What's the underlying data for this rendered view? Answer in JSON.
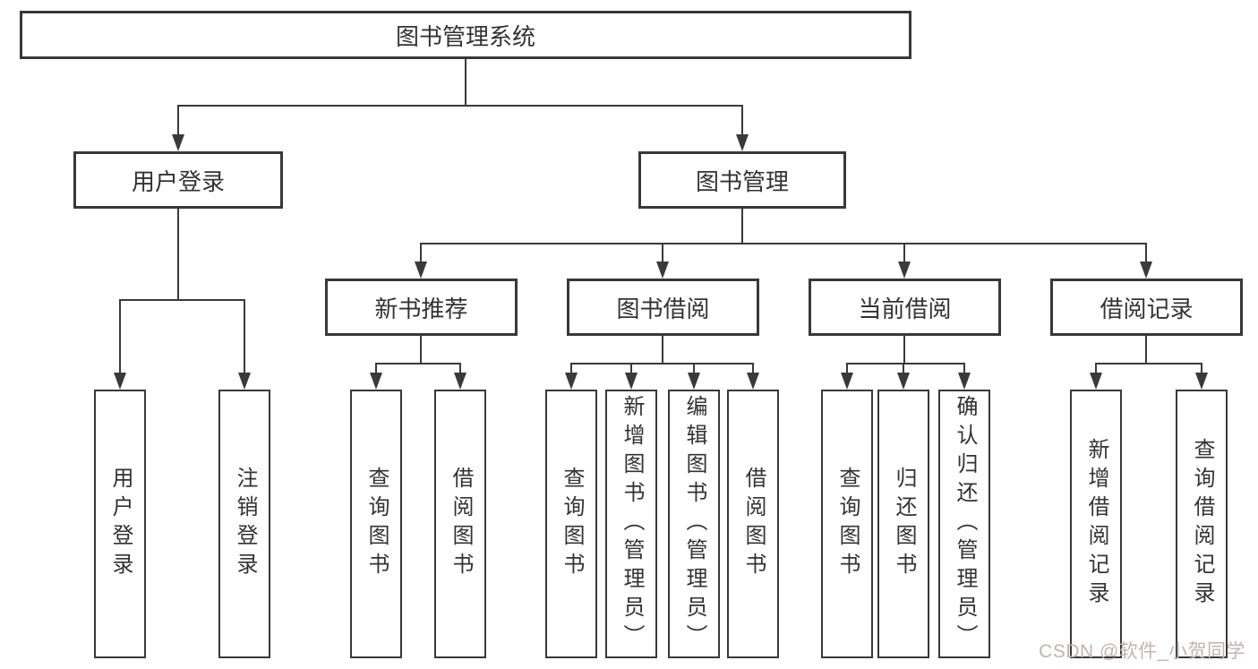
{
  "diagram": {
    "title": "图书管理系统",
    "nodes": {
      "root": "图书管理系统",
      "user_login": "用户登录",
      "book_mgmt": "图书管理",
      "new_book_rec": "新书推荐",
      "book_borrow": "图书借阅",
      "current_borrow": "当前借阅",
      "borrow_records": "借阅记录",
      "leaf_user_login": "用户登录",
      "leaf_logout": "注销登录",
      "leaf_rec_query_books": "查询图书",
      "leaf_rec_borrow_books": "借阅图书",
      "leaf_bb_query_books": "查询图书",
      "leaf_bb_add_books_admin": "新增图书（管理员）",
      "leaf_bb_edit_books_admin": "编辑图书（管理员）",
      "leaf_bb_borrow_books": "借阅图书",
      "leaf_cb_query_books": "查询图书",
      "leaf_cb_return_books": "归还图书",
      "leaf_cb_confirm_return_admin": "确认归还（管理员）",
      "leaf_br_add_record": "新增借阅记录",
      "leaf_br_query_record": "查询借阅记录"
    }
  },
  "watermark": {
    "text": "CSDN @软件_小贺同学"
  },
  "colors": {
    "line": "#3a3a3a",
    "box_border": "#383838",
    "text": "#333333",
    "watermark": "#c4b2b2",
    "background": "#ffffff"
  }
}
